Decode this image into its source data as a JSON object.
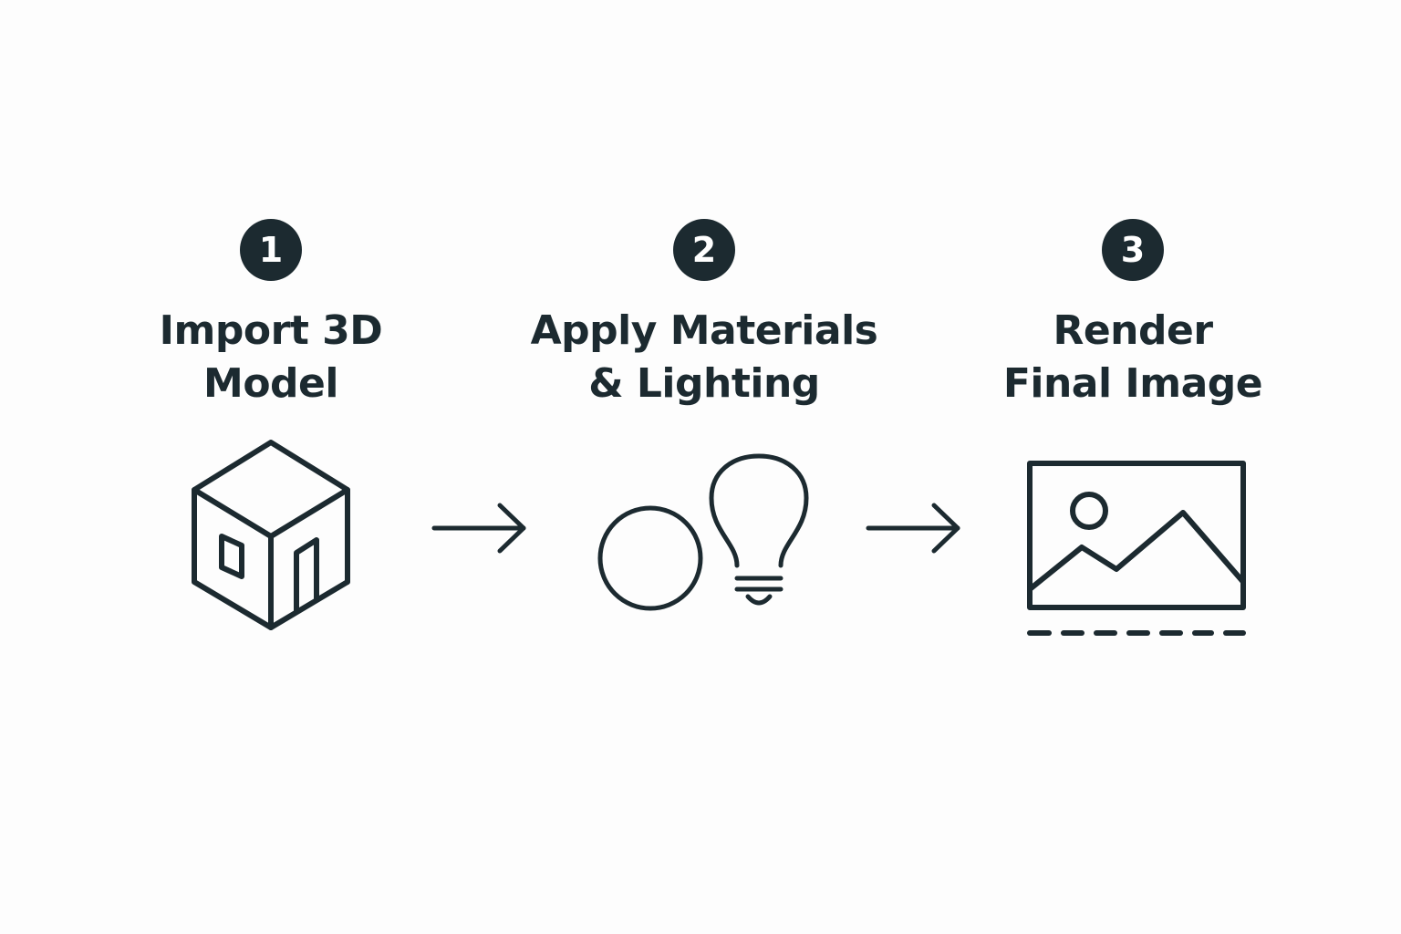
{
  "steps": [
    {
      "number": "1",
      "title_line1": "Import 3D",
      "title_line2": "Model",
      "icon": "cube-model-icon"
    },
    {
      "number": "2",
      "title_line1": "Apply Materials",
      "title_line2": "& Lighting",
      "icon": "material-sphere-and-lightbulb-icon"
    },
    {
      "number": "3",
      "title_line1": "Render",
      "title_line2": "Final Image",
      "icon": "image-frame-icon"
    }
  ],
  "connectors": [
    "arrow-right-icon",
    "arrow-right-icon"
  ],
  "colors": {
    "ink": "#1c2a30",
    "background": "#fdfdfd",
    "badge_text": "#ffffff"
  }
}
